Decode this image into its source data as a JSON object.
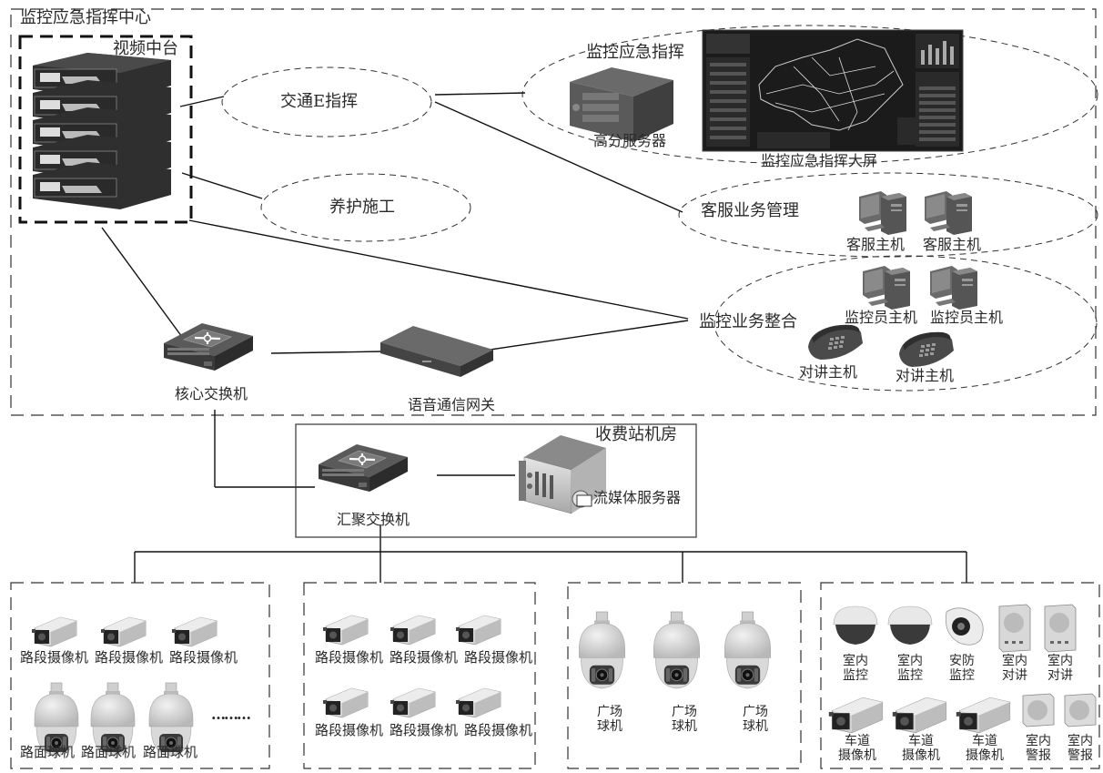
{
  "diagram": {
    "title": "监控应急指挥中心",
    "video_center": {
      "label": "视频中台"
    },
    "service_groups": [
      {
        "label": "交通E指挥"
      },
      {
        "label": "养护施工"
      }
    ],
    "emergency": {
      "label": "监控应急指挥",
      "server_label": "高分服务器",
      "screen_label": "监控应急指挥大屏"
    },
    "customer_service": {
      "label": "客服业务管理",
      "hosts": [
        "客服主机",
        "客服主机"
      ]
    },
    "monitoring_integration": {
      "label": "监控业务整合",
      "hosts": [
        "监控员主机",
        "监控员主机"
      ],
      "intercoms": [
        "对讲主机",
        "对讲主机"
      ]
    },
    "core_switch": {
      "label": "核心交换机"
    },
    "voice_gateway": {
      "label": "语音通信网关"
    },
    "toll_station": {
      "title": "收费站机房",
      "switch_label": "汇聚交换机",
      "media_server_label": "流媒体服务器"
    },
    "field_groups": [
      {
        "row1": [
          "路段摄像机",
          "路段摄像机",
          "路段摄像机"
        ],
        "row2": [
          "路面球机",
          "路面球机",
          "路面球机"
        ],
        "ellipsis": "………"
      },
      {
        "row1": [
          "路段摄像机",
          "路段摄像机",
          "路段摄像机"
        ],
        "row2": [
          "路段摄像机",
          "路段摄像机",
          "路段摄像机"
        ]
      },
      {
        "row1": [
          [
            "广场",
            "球机"
          ],
          [
            "广场",
            "球机"
          ],
          [
            "广场",
            "球机"
          ]
        ]
      },
      {
        "row1": [
          [
            "室内",
            "监控"
          ],
          [
            "室内",
            "监控"
          ],
          [
            "安防",
            "监控"
          ],
          [
            "室内",
            "对讲"
          ],
          [
            "室内",
            "对讲"
          ]
        ],
        "row2": [
          [
            "车道",
            "摄像机"
          ],
          [
            "车道",
            "摄像机"
          ],
          [
            "车道",
            "摄像机"
          ],
          [
            "室内",
            "警报"
          ],
          [
            "室内",
            "警报"
          ]
        ]
      }
    ]
  }
}
